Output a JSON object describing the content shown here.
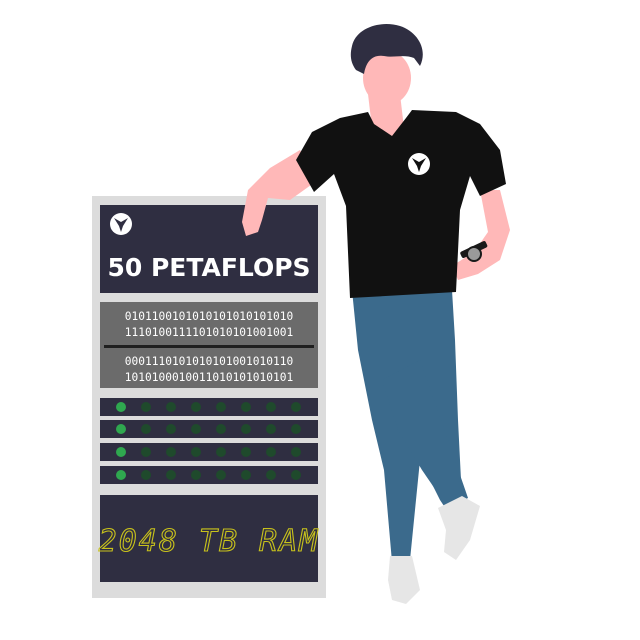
{
  "server": {
    "title": "50 PETAFLOPS",
    "binary_block_1": [
      "0101100101010101010101010",
      "1110100111101010101001001"
    ],
    "binary_block_2": [
      "0001110101010101001010110",
      "1010100010011010101010101"
    ],
    "led_rows": 4,
    "leds_per_row": 8,
    "ram_label": "2048 TB RAM"
  },
  "colors": {
    "rack_frame": "#dcdcdc",
    "panel_dark": "#2f2e41",
    "panel_grey": "#6b6b6b",
    "led_on": "#2fa84f",
    "led_off": "#1f4a2c",
    "ram_text": "#c8c21c",
    "shirt": "#111111",
    "jeans": "#3b6a8c",
    "skin": "#ffb8b8",
    "hair": "#2f2e41",
    "shoes": "#e6e6e6"
  },
  "icons": {
    "server_logo": "y-logo-icon",
    "shirt_logo": "y-logo-icon",
    "watch": "wristwatch-icon"
  }
}
